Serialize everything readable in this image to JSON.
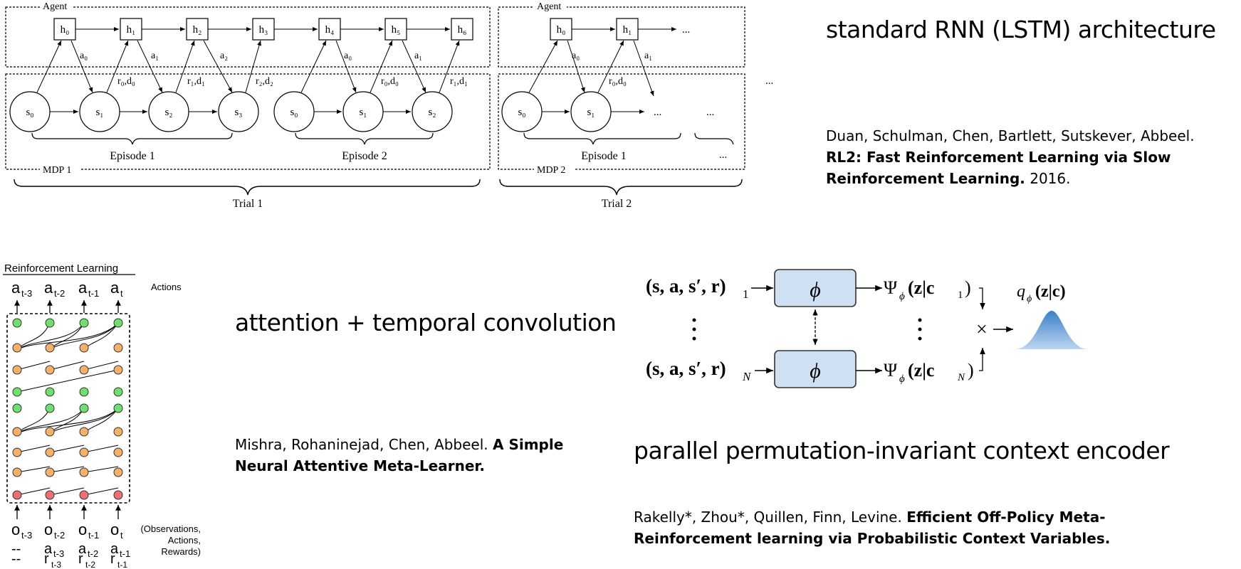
{
  "rl2": {
    "title": "standard RNN (LSTM) architecture",
    "cite_authors": "Duan, Schulman, Chen, Bartlett, Sutskever, Abbeel.",
    "cite_title": "RL2: Fast Reinforcement Learning via Slow Reinforcement Learning.",
    "cite_year": "2016.",
    "diagram": {
      "agent_label": "Agent",
      "hidden_states_trial1": [
        "h₀",
        "h₁",
        "h₂",
        "h₃",
        "h₄",
        "h₅",
        "h₆"
      ],
      "hidden_states_trial2": [
        "h₀",
        "h₁"
      ],
      "actions_ep1": [
        "a₀",
        "a₁",
        "a₂"
      ],
      "actions_ep2": [
        "a₀",
        "a₁"
      ],
      "rewards_ep1": [
        "r₀,d₀",
        "r₁,d₁",
        "r₂,d₂"
      ],
      "rewards_ep2": [
        "r₀,d₀",
        "r₁,d₁"
      ],
      "rewards_trial2": [
        "r₀,d₀"
      ],
      "states_ep1": [
        "s₀",
        "s₁",
        "s₂",
        "s₃"
      ],
      "states_ep2": [
        "s₀",
        "s₁",
        "s₂"
      ],
      "states_trial2": [
        "s₀",
        "s₁"
      ],
      "ellipsis": "...",
      "episode1": "Episode 1",
      "episode2": "Episode 2",
      "mdp1": "MDP 1",
      "mdp2": "MDP 2",
      "trial1": "Trial 1",
      "trial2": "Trial 2"
    }
  },
  "snail": {
    "title": "attention + temporal convolution",
    "cite_authors": "Mishra, Rohaninejad, Chen, Abbeel.",
    "cite_title": "A Simple Neural Attentive Meta-Learner.",
    "diagram": {
      "header": "Reinforcement Learning",
      "actions": [
        "a",
        "a",
        "a",
        "a"
      ],
      "action_subs": [
        "t-3",
        "t-2",
        "t-1",
        "t"
      ],
      "actions_label": "Actions",
      "obs": [
        "o",
        "o",
        "o",
        "o"
      ],
      "obs_subs": [
        "t-3",
        "t-2",
        "t-1",
        "t"
      ],
      "prev_actions": [
        "--",
        "a",
        "a",
        "a"
      ],
      "prev_action_subs": [
        "",
        "t-3",
        "t-2",
        "t-1"
      ],
      "prev_rewards": [
        "--",
        "r",
        "r",
        "r"
      ],
      "prev_reward_subs": [
        "",
        "t-3",
        "t-2",
        "t-1"
      ],
      "inputs_label_1": "(Observations,",
      "inputs_label_2": "Actions,",
      "inputs_label_3": "Rewards)",
      "colors": {
        "green": "#6ee06e",
        "orange": "#f5b06a",
        "red": "#ee6f6f"
      }
    }
  },
  "pearl": {
    "title": "parallel permutation-invariant context encoder",
    "cite_authors": "Rakelly*, Zhou*, Quillen, Finn, Levine.",
    "cite_title": "Efficient Off-Policy Meta-Reinforcement learning via Probabilistic Context Variables.",
    "diagram": {
      "input_top": "(s, a, s′, r)",
      "input_top_sub": "1",
      "input_bottom": "(s, a, s′, r)",
      "input_bottom_sub": "N",
      "encoder": "ϕ",
      "psi_top": "Ψ",
      "psi_top_arg": "(z|c",
      "psi_top_sub": "1",
      "psi_bottom": "Ψ",
      "psi_bottom_arg": "(z|c",
      "psi_bottom_sub": "N",
      "phi_sub": "ϕ",
      "product": "×",
      "posterior": "q",
      "posterior_arg": "(z|c)",
      "colors": {
        "box_fill": "#cfe0f3",
        "gaussian_top": "#3a7fc8",
        "gaussian_bottom": "#bcd6f0"
      }
    }
  }
}
